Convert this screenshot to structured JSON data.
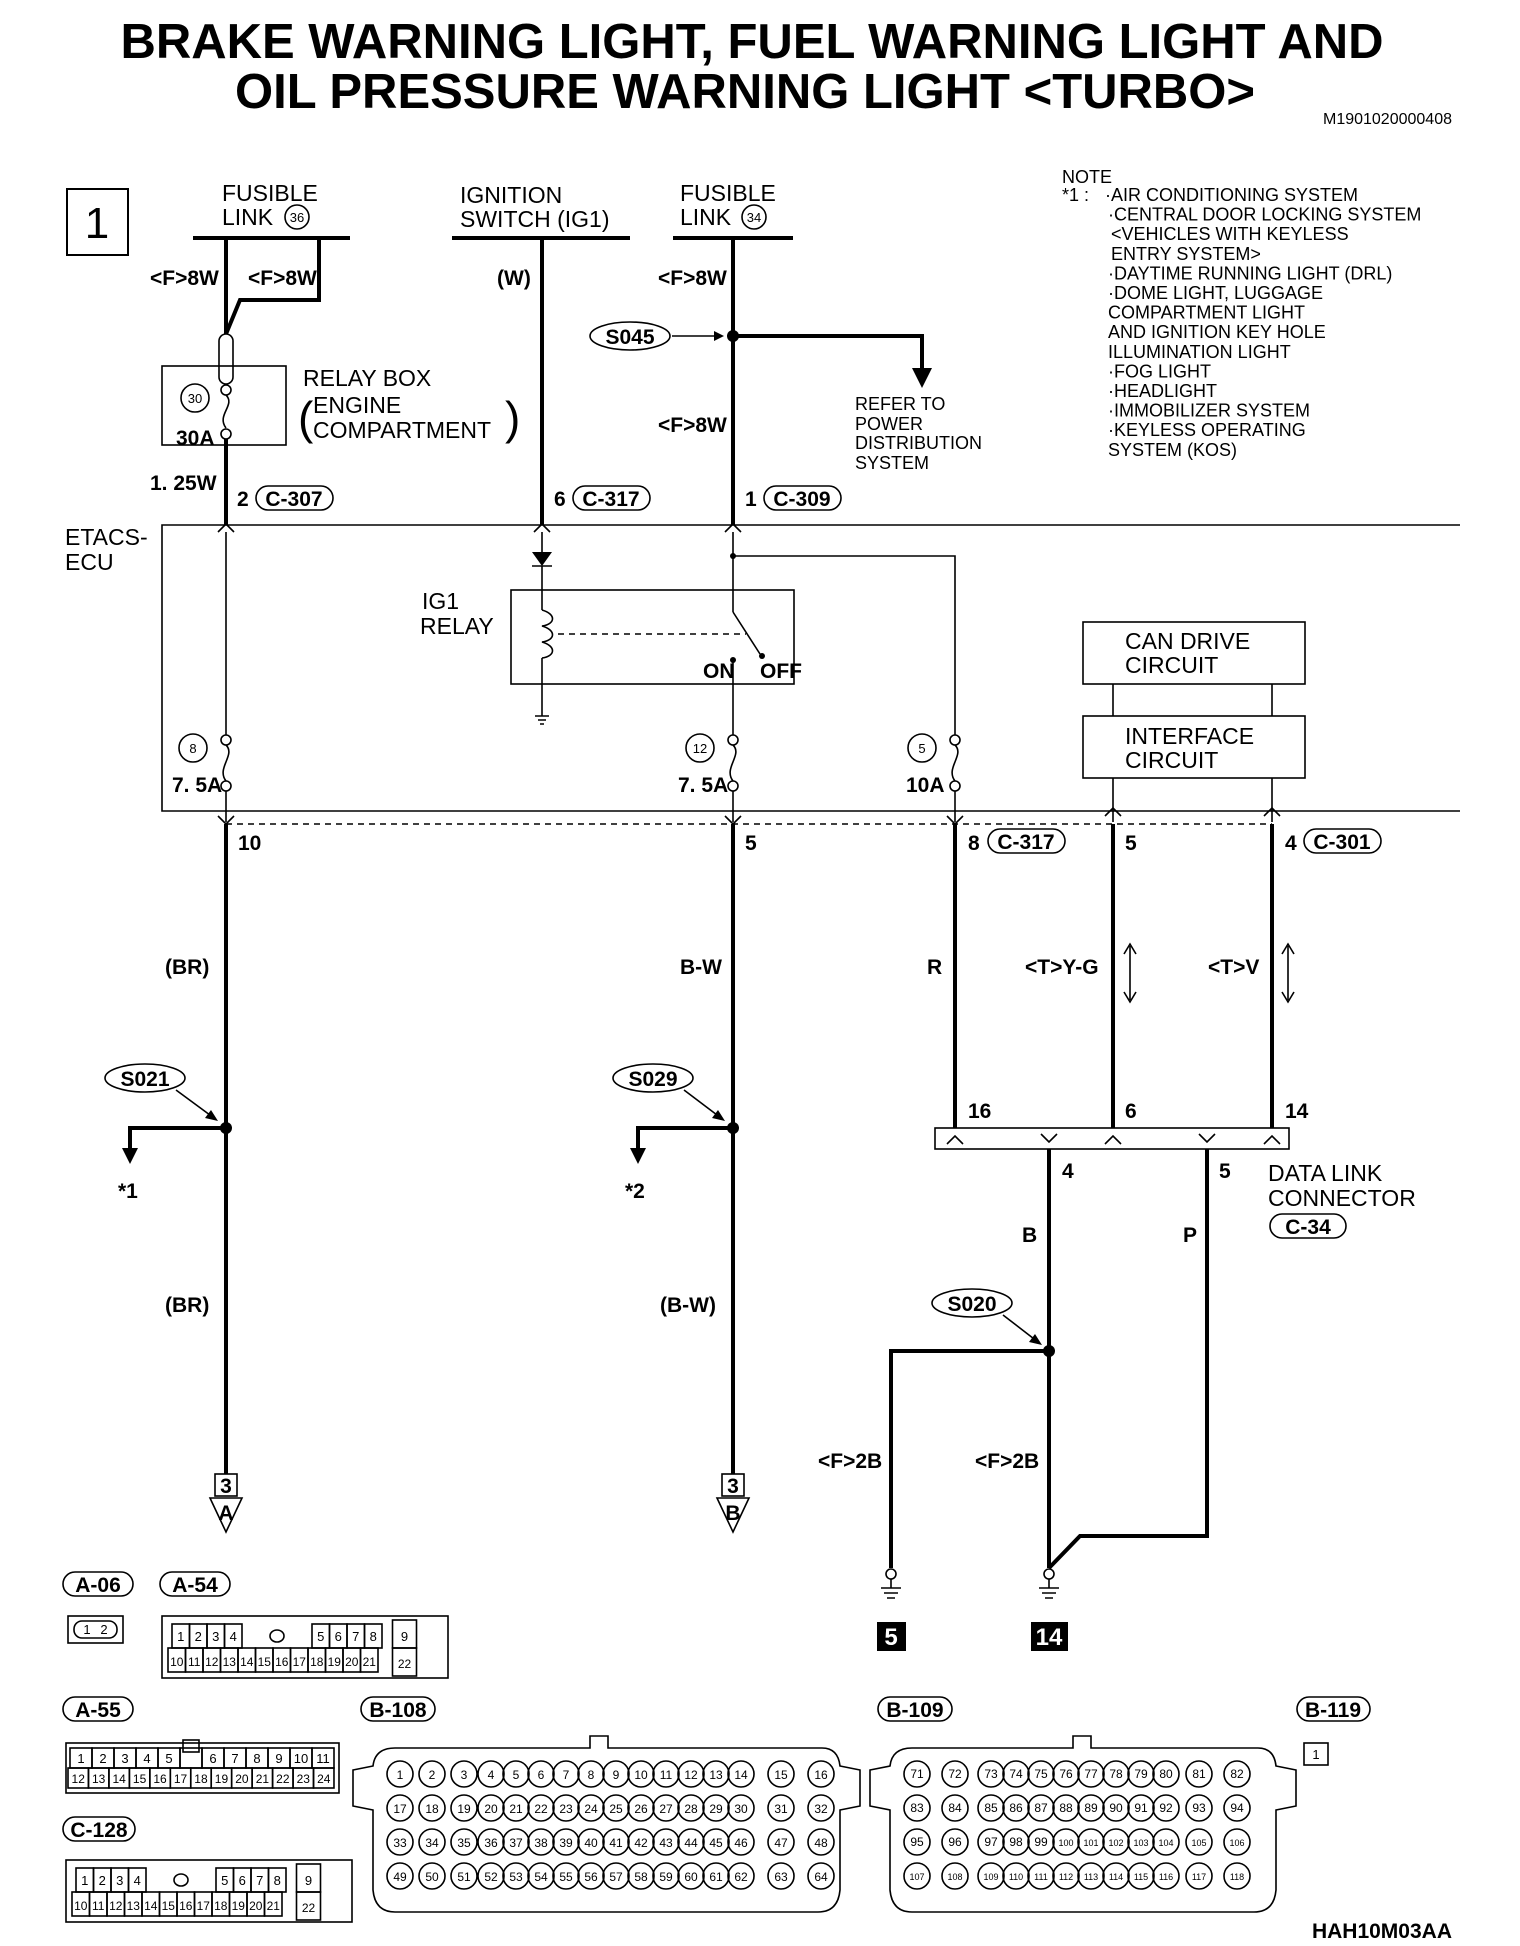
{
  "title": {
    "line1": "BRAKE WARNING LIGHT, FUEL WARNING LIGHT AND",
    "line2": "OIL PRESSURE WARNING LIGHT <TURBO>",
    "code": "M1901020000408"
  },
  "page_number": "1",
  "sources": {
    "fusible_36": {
      "line1": "FUSIBLE",
      "line2": "LINK",
      "num": "36"
    },
    "ignition": {
      "line1": "IGNITION",
      "line2": "SWITCH (IG1)"
    },
    "fusible_34": {
      "line1": "FUSIBLE",
      "line2": "LINK",
      "num": "34"
    }
  },
  "note": {
    "header": "NOTE",
    "marker": "*1 :",
    "items": [
      "·AIR CONDITIONING SYSTEM",
      "·CENTRAL DOOR LOCKING SYSTEM",
      "<VEHICLES WITH KEYLESS",
      "ENTRY SYSTEM>",
      "·DAYTIME RUNNING LIGHT (DRL)",
      "·DOME LIGHT, LUGGAGE",
      "COMPARTMENT LIGHT",
      "AND IGNITION KEY HOLE",
      "ILLUMINATION LIGHT",
      "·FOG LIGHT",
      "·HEADLIGHT",
      "·IMMOBILIZER SYSTEM",
      "·KEYLESS OPERATING",
      "SYSTEM (KOS)"
    ]
  },
  "relay_box": {
    "line1": "RELAY BOX",
    "line2": "ENGINE",
    "line3": "COMPARTMENT",
    "fuse_num": "30",
    "fuse_amp": "30A"
  },
  "refer_to": {
    "line1": "REFER TO",
    "line2": "POWER",
    "line3": "DISTRIBUTION",
    "line4": "SYSTEM"
  },
  "splices": {
    "s045": "S045",
    "s021": "S021",
    "s029": "S029",
    "s020": "S020"
  },
  "wires": {
    "f8w_left1": "<F>8W",
    "f8w_left2": "<F>8W",
    "w_ign": "(W)",
    "f8w_right1": "<F>8W",
    "f8w_right2": "<F>8W",
    "w125": "1. 25W",
    "br1": "(BR)",
    "bw1": "B-W",
    "r": "R",
    "tyg": "<T>Y-G",
    "tv": "<T>V",
    "br2": "(BR)",
    "bw2": "(B-W)",
    "b": "B",
    "p": "P",
    "f2b_left": "<F>2B",
    "f2b_right": "<F>2B"
  },
  "pins": {
    "c307_pin": "2",
    "c307": "C-307",
    "c317_pin": "6",
    "c317": "C-317",
    "c309_pin": "1",
    "c309": "C-309",
    "p10": "10",
    "p5a": "5",
    "c317b_pin": "8",
    "c317b": "C-317",
    "p5b": "5",
    "c301_pin": "4",
    "c301": "C-301",
    "dl16": "16",
    "dl6": "6",
    "dl14": "14",
    "dl4": "4",
    "dl5": "5"
  },
  "ecu": {
    "line1": "ETACS-",
    "line2": "ECU"
  },
  "ig1_relay": {
    "line1": "IG1",
    "line2": "RELAY",
    "on": "ON",
    "off": "OFF"
  },
  "fuses": {
    "f8_num": "8",
    "f8_amp": "7. 5A",
    "f12_num": "12",
    "f12_amp": "7. 5A",
    "f5_num": "5",
    "f5_amp": "10A"
  },
  "can": {
    "line1": "CAN DRIVE",
    "line2": "CIRCUIT"
  },
  "iface": {
    "line1": "INTERFACE",
    "line2": "CIRCUIT"
  },
  "dlc": {
    "line1": "DATA LINK",
    "line2": "CONNECTOR",
    "code": "C-34"
  },
  "stars": {
    "s1": "*1",
    "s2": "*2"
  },
  "continuations": {
    "a_num": "3",
    "a_letter": "A",
    "b_num": "3",
    "b_letter": "B"
  },
  "grounds": {
    "g5": "5",
    "g14": "14"
  },
  "connectors": {
    "a06": "A-06",
    "a54": "A-54",
    "a55": "A-55",
    "c128": "C-128",
    "b108": "B-108",
    "b109": "B-109",
    "b119": "B-119",
    "b119_pin": "1"
  },
  "footer_code": "HAH10M03AA"
}
